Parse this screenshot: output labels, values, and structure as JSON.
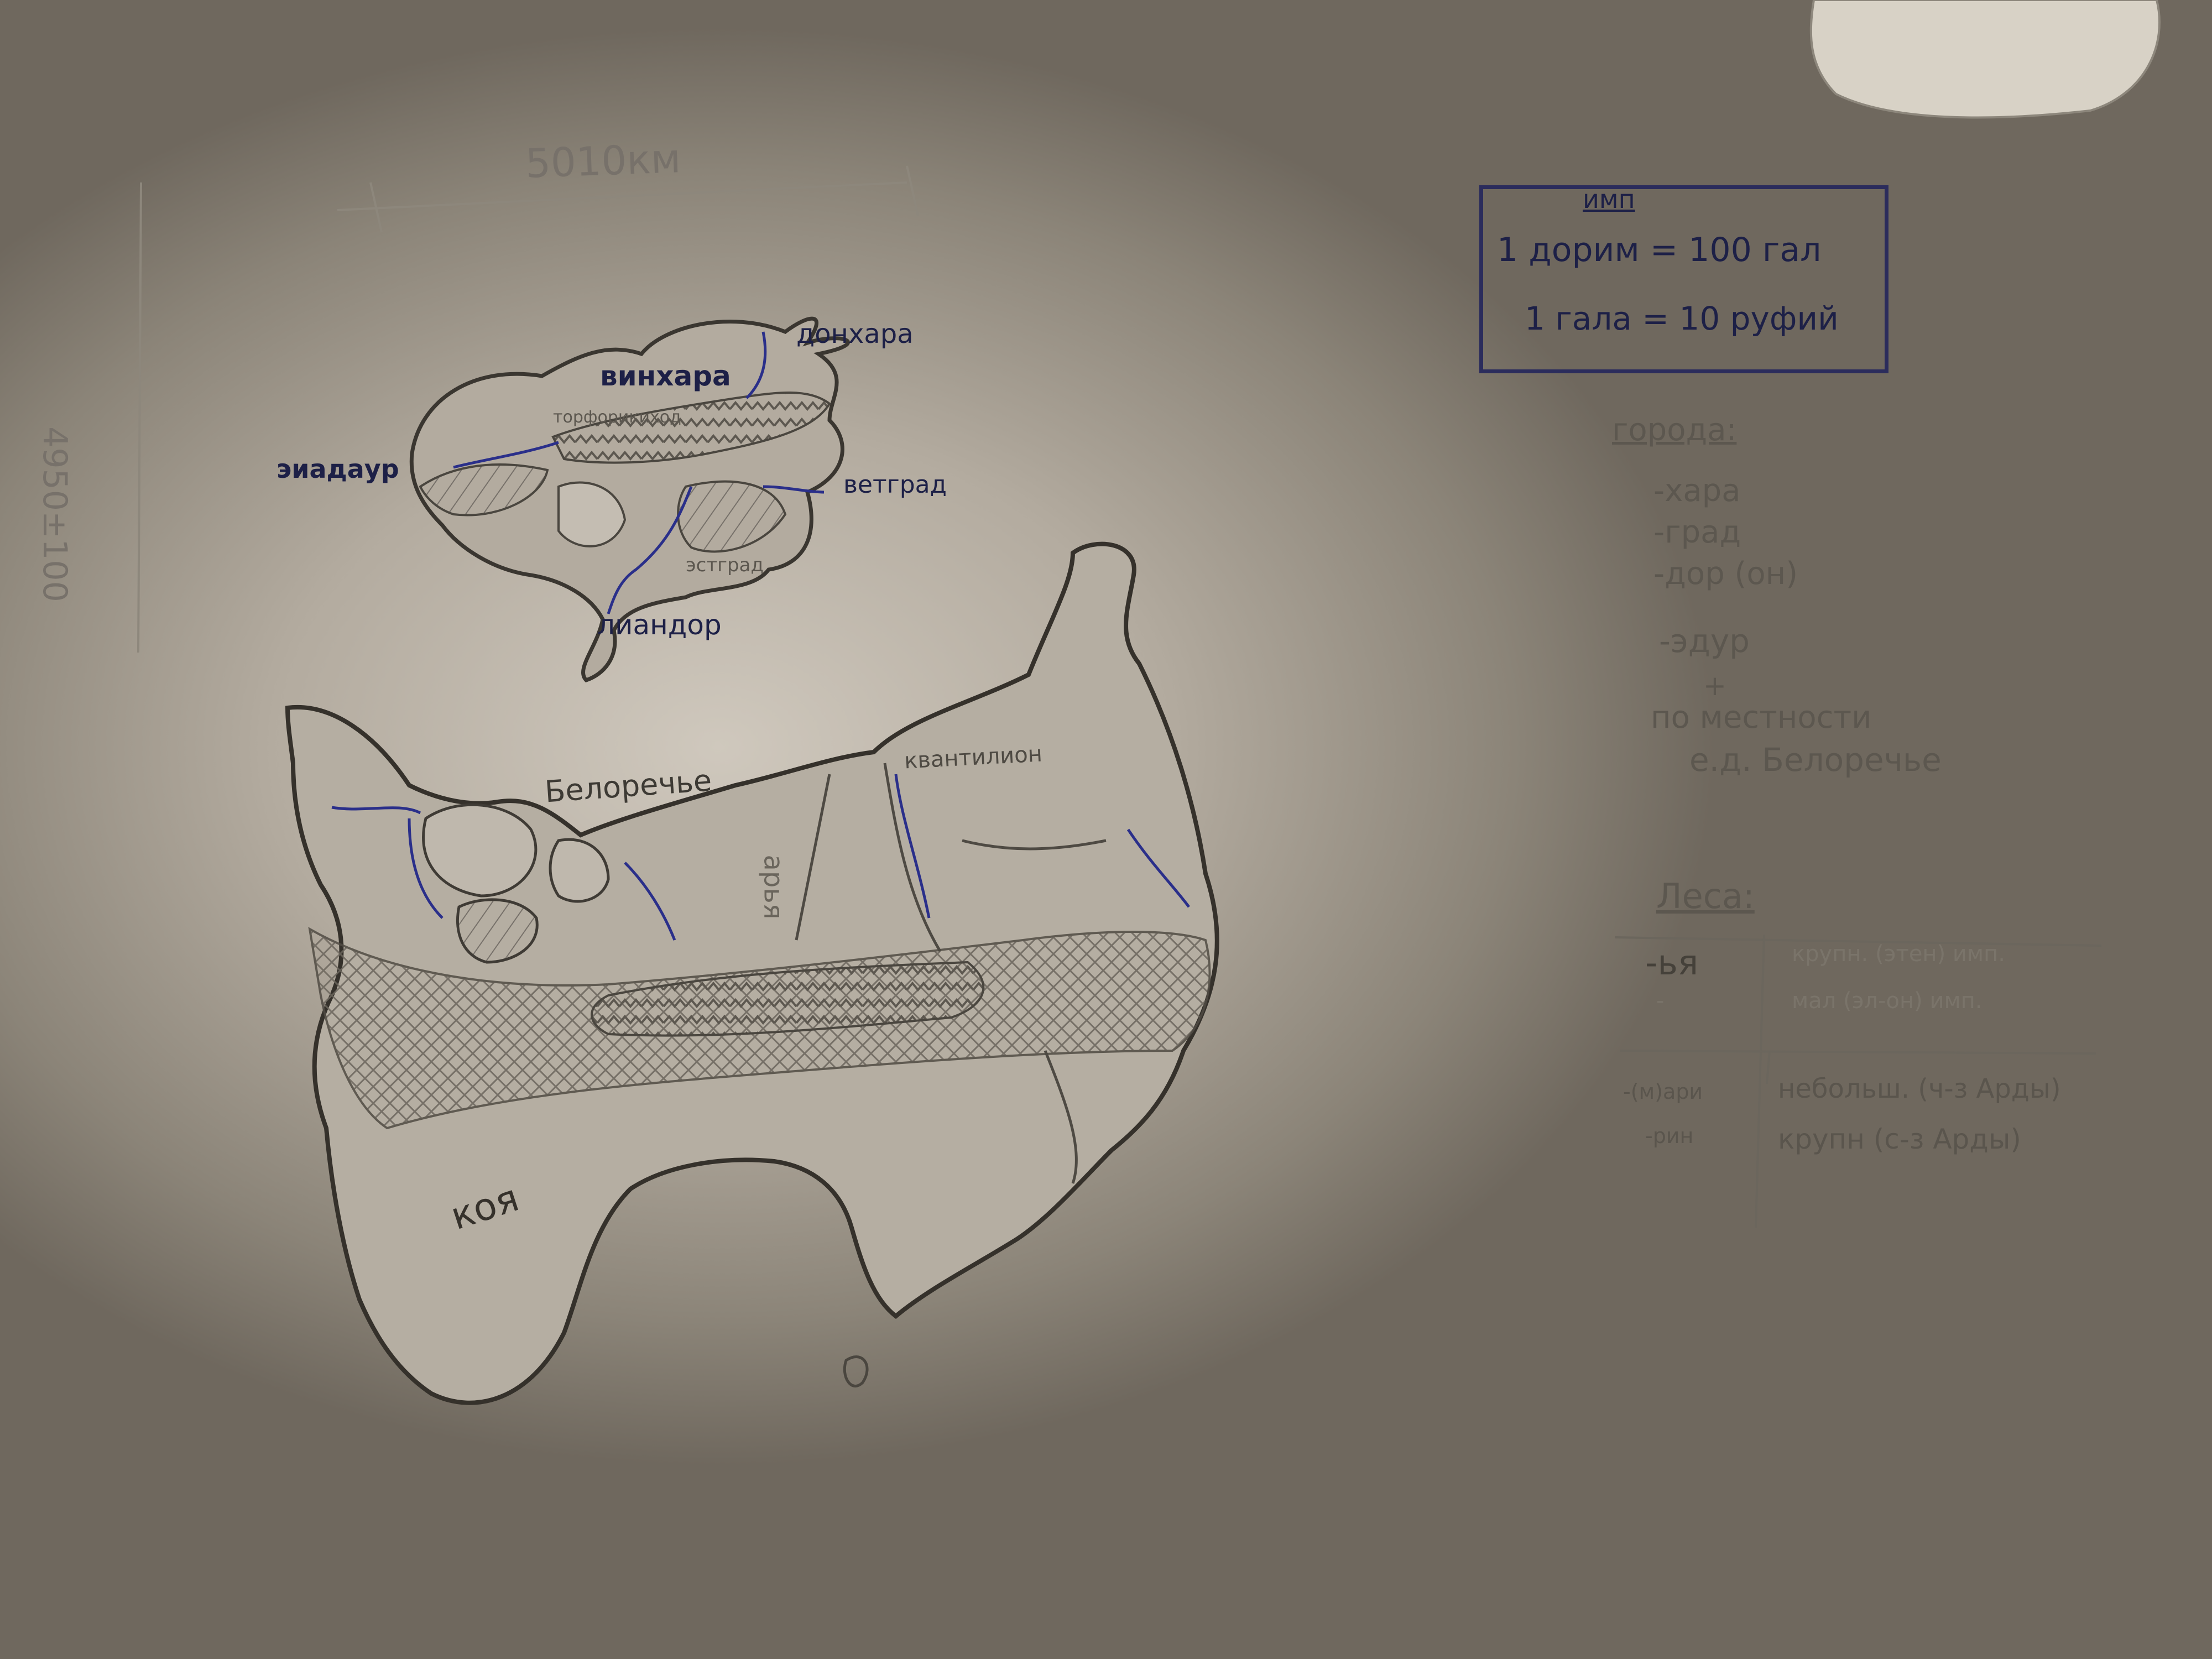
{
  "map": {
    "scale_width": "5010км",
    "scale_height": "4950±100",
    "northern_continent": {
      "cities": {
        "top_right": "донхара",
        "center": "винхара",
        "center_small": "торфорикиход",
        "west": "эиадаур",
        "east": "ветград",
        "south_center": "эстград",
        "south": "лиандор"
      }
    },
    "southern_continent": {
      "regions": {
        "north": "Белоречье",
        "northeast": "квантилион",
        "center": "арья",
        "south": "коя"
      }
    }
  },
  "currency": {
    "note": "имп",
    "line1_prefix": "1 дорим =",
    "line1_value": "100 гал",
    "line2": "1 гала = 10 руфий"
  },
  "notes": {
    "cities_title": "города:",
    "city_suffixes": [
      "-хара",
      "-град",
      "-дор (он)",
      "-эдур"
    ],
    "plus": "+",
    "by_terrain": "по местности",
    "example": "е.д. Белоречье",
    "forests_title": "Леса:",
    "forest_rows_top": [
      {
        "suffix": "-ья",
        "desc": "крупн. (этен) имп."
      },
      {
        "suffix": "-",
        "desc": "мал (эл-он) имп."
      }
    ],
    "forest_rows_bottom": [
      {
        "suffix": "-(м)ари",
        "desc": "небольш. (ч-з Арды)"
      },
      {
        "suffix": "-рин",
        "desc": "крупн (с-з Арды)"
      }
    ]
  },
  "colors": {
    "paper": "#c9c2b6",
    "pencil": "#5c574f",
    "ink": "#1d2047",
    "river": "#2a2f8a"
  }
}
